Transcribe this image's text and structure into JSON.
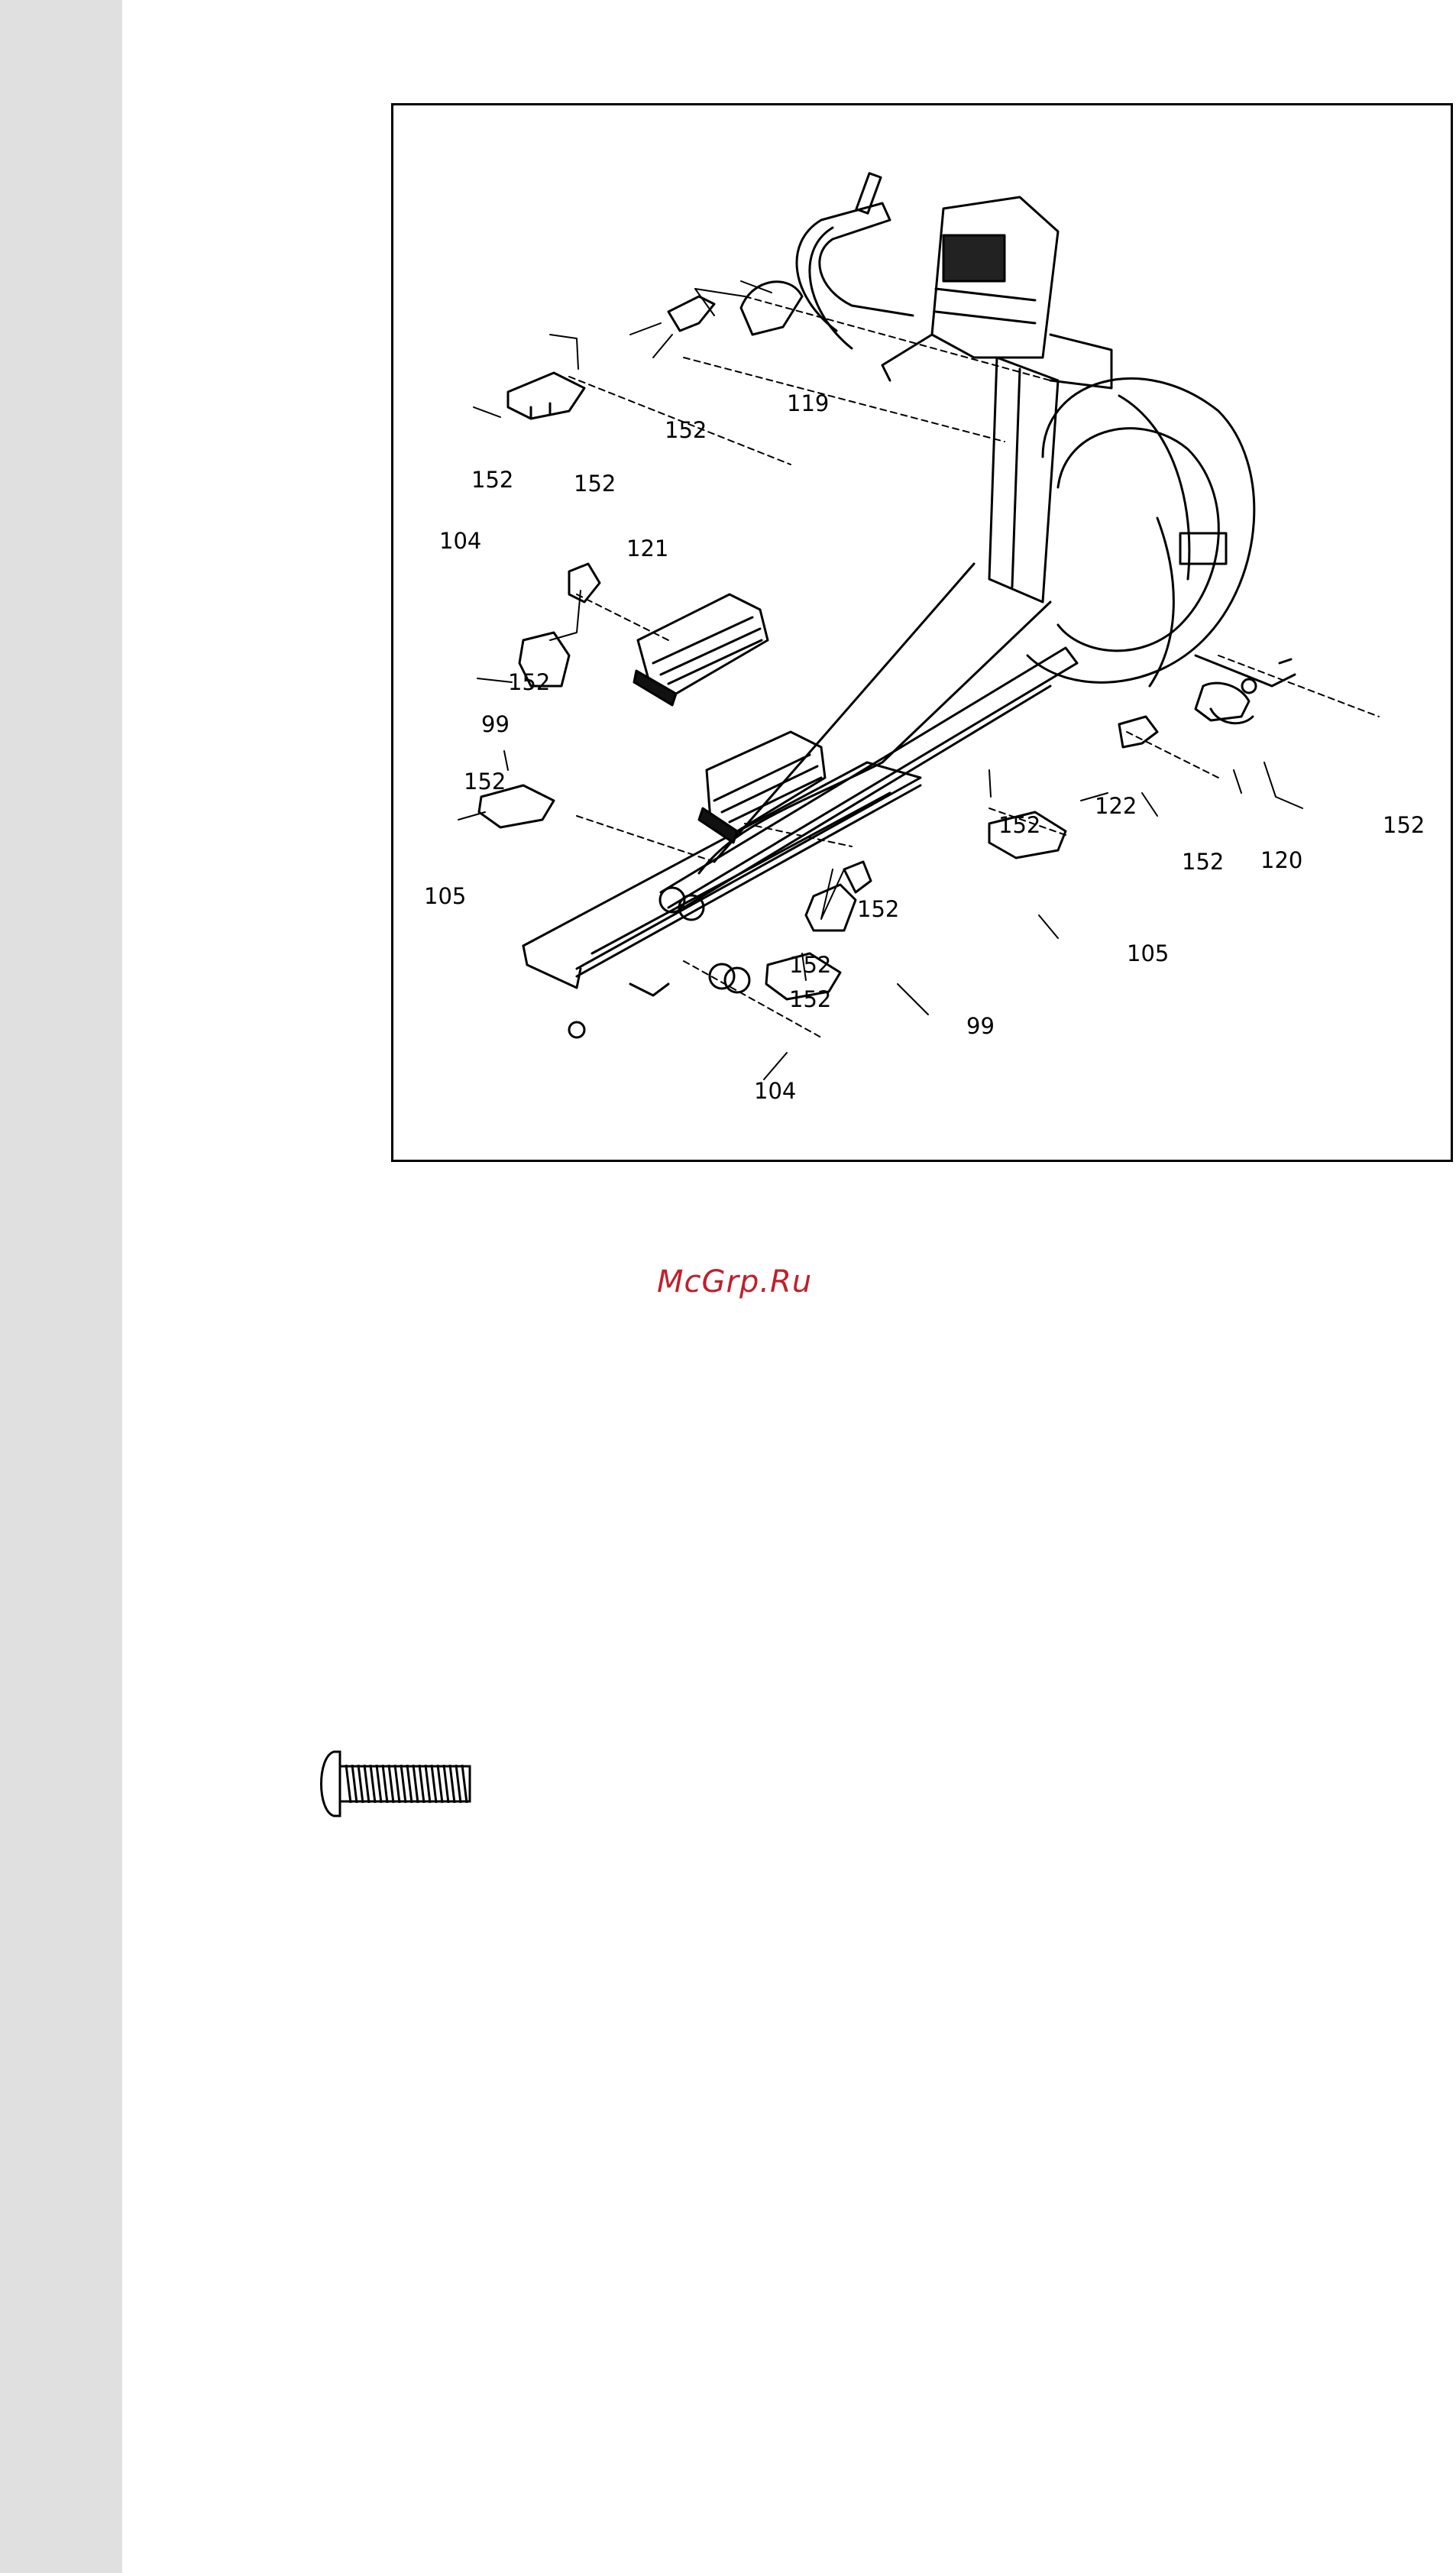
{
  "page": {
    "background": "#ffffff",
    "margin_band_color": "#e0e0e0"
  },
  "figure": {
    "callouts": [
      {
        "id": "c119",
        "text": "119"
      },
      {
        "id": "c152a",
        "text": "152"
      },
      {
        "id": "c152b",
        "text": "152"
      },
      {
        "id": "c152c",
        "text": "152"
      },
      {
        "id": "c121",
        "text": "121"
      },
      {
        "id": "c104a",
        "text": "104"
      },
      {
        "id": "c152d",
        "text": "152"
      },
      {
        "id": "c99a",
        "text": "99"
      },
      {
        "id": "c152e",
        "text": "152"
      },
      {
        "id": "c105a",
        "text": "105"
      },
      {
        "id": "c152f",
        "text": "152"
      },
      {
        "id": "c122",
        "text": "122"
      },
      {
        "id": "c152g",
        "text": "152"
      },
      {
        "id": "c120",
        "text": "120"
      },
      {
        "id": "c152h",
        "text": "152"
      },
      {
        "id": "c152i",
        "text": "152"
      },
      {
        "id": "c105b",
        "text": "105"
      },
      {
        "id": "c152j",
        "text": "152"
      },
      {
        "id": "c99b",
        "text": "99"
      },
      {
        "id": "c152k",
        "text": "152"
      },
      {
        "id": "c104b",
        "text": "104"
      }
    ]
  },
  "watermark": {
    "text": "McGrp.Ru",
    "color": "#c0202a"
  },
  "bolt_icon": {
    "icon": "button-head-bolt-icon"
  }
}
